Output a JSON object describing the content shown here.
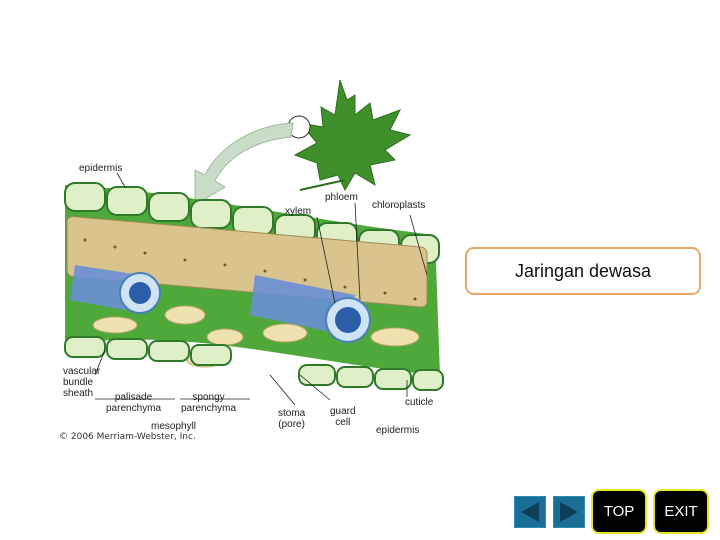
{
  "diagram": {
    "labels": {
      "epidermis_top": "epidermis",
      "xylem": "xylem",
      "phloem": "phloem",
      "chloroplasts": "chloroplasts",
      "vascular_bundle_sheath": "vascular\nbundle\nsheath",
      "palisade_parenchyma": "palisade\nparenchyma",
      "spongy_parenchyma": "spongy\nparenchyma",
      "mesophyll": "mesophyll",
      "stoma": "stoma\n(pore)",
      "guard_cell": "guard\ncell",
      "cuticle": "cuticle",
      "epidermis_bottom": "epidermis"
    },
    "copyright": "© 2006 Merriam-Webster, Inc."
  },
  "title_box": {
    "text": "Jaringan dewasa"
  },
  "nav": {
    "prev_icon": "arrow-left-icon",
    "next_icon": "arrow-right-icon",
    "top_label": "TOP",
    "exit_label": "EXIT"
  }
}
